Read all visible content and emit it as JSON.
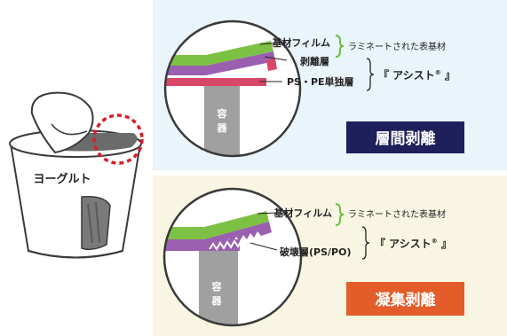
{
  "cup": {
    "label": "ヨーグルト"
  },
  "top_panel": {
    "vessel_label": "容器",
    "base_film_label": "基材フィルム",
    "laminated_note": "ラミネートされた表基材",
    "peel_layer_label": "剥離層",
    "ps_pe_layer_label": "PS・PE単独層",
    "product_label_prefix": "『 アシスト",
    "product_label_mark": "®",
    "product_label_suffix": " 』",
    "badge_label": "層間剥離",
    "badge_color": "#1f1f5c"
  },
  "bottom_panel": {
    "vessel_label": "容器",
    "base_film_label": "基材フィルム",
    "laminated_note": "ラミネートされた表基材",
    "breaking_layer_label": "破壊層(PS/PO)",
    "product_label_prefix": "『 アシスト",
    "product_label_mark": "®",
    "product_label_suffix": " 』",
    "badge_label": "凝集剥離",
    "badge_color": "#e35d2a"
  },
  "colors": {
    "green": "#7dc144",
    "purple": "#9b5fb0",
    "pink": "#d94768",
    "gray": "#a0a0a0",
    "red_dashed": "#d81e2c",
    "brace_green": "#6cbf3f"
  }
}
